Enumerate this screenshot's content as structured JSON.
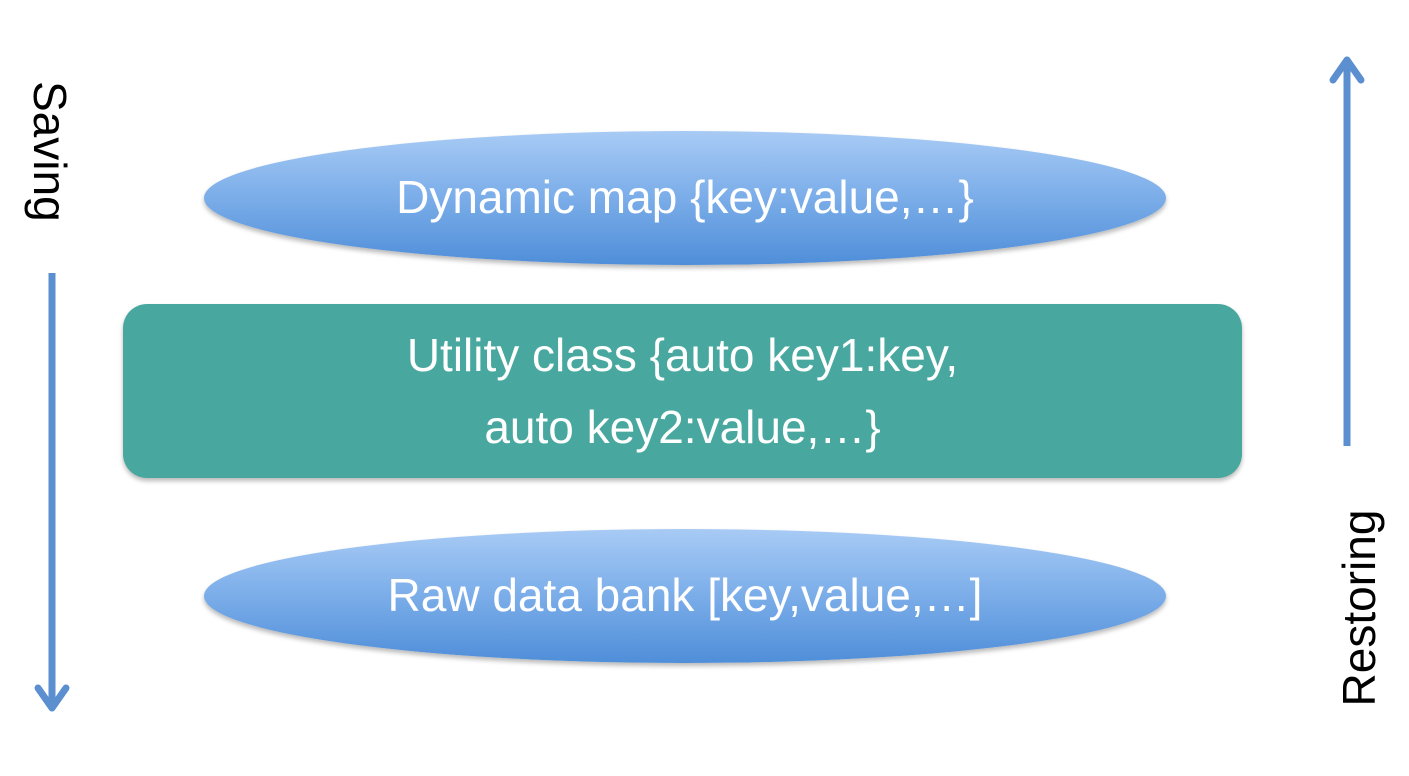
{
  "diagram": {
    "top_node": "Dynamic map {key:value,…}",
    "middle_node": {
      "line1": "Utility class {auto key1:key,",
      "line2": "auto key2:value,…}"
    },
    "bottom_node": "Raw data bank [key,value,…]",
    "left_direction_label": "Saving",
    "right_direction_label": "Restoring"
  },
  "colors": {
    "ellipse_fill": "#7fb0ea",
    "box_fill": "#48a89f",
    "arrow": "#5b8fd0",
    "node_text": "#ffffff"
  }
}
